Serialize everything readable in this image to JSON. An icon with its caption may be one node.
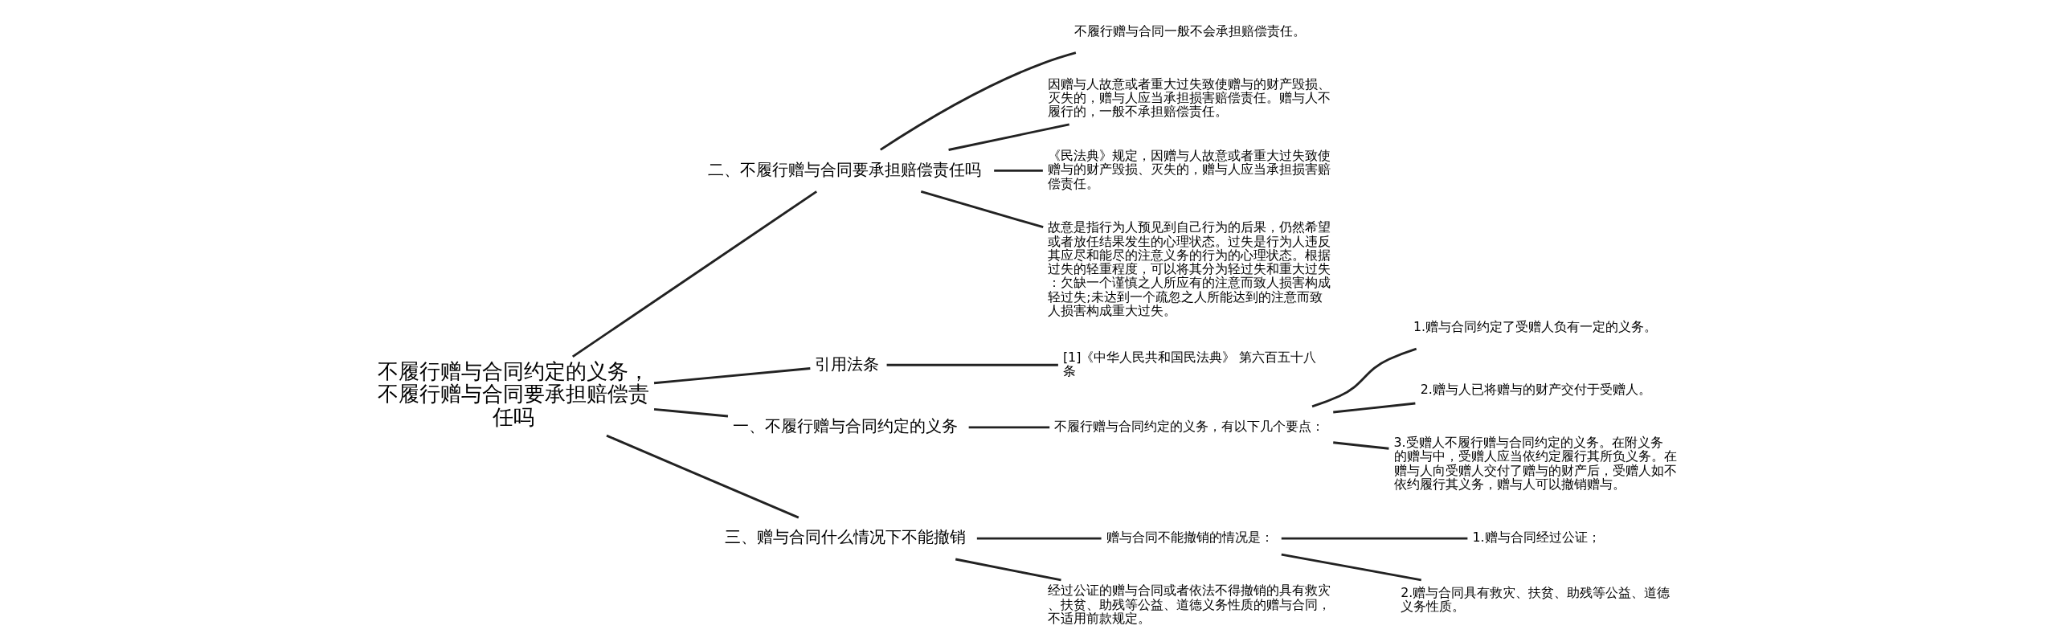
{
  "diagram": {
    "nodes": [
      {
        "text": [
          "不履行赠与合同约定的义务，不履行赠与合同要承担赔偿责任吗"
        ]
      },
      {
        "text": [
          "二、不履行赠与合同要承担赔偿责任吗"
        ]
      },
      {
        "text": [
          "不履行赠与合同一般不会承担赔偿责任。"
        ]
      },
      {
        "text": [
          "因赠与人故意或者重大过失致使赠与的财产毁损、灭失的，赠与人应当承担损害赔偿责任。赠与人不履行的，一般不承担赔偿责任。"
        ]
      },
      {
        "text": [
          "《民法典》规定，因赠与人故意或者重大过失致使赠与的财产毁损、灭失的，赠与人应当承担损害赔偿责任。"
        ]
      },
      {
        "text": [
          "故意是指行为人预见到自己行为的后果，仍然希望或者放任结果发生的心理状态。过失是行为人违反其应尽和能尽的注意义务的行为的心理状态。根据过失的轻重程度，可以将其分为轻过失和重大过失：欠缺一个谨慎之人所应有的注意而致人损害构成轻过失;未达到一个疏忽之人所能达到的注意而致人损害构成重大过失。"
        ]
      },
      {
        "text": [
          "引用法条"
        ]
      },
      {
        "text": [
          "[1]《中华人民共和国民法典》 第六百五十八条"
        ]
      },
      {
        "text": [
          "一、不履行赠与合同约定的义务"
        ]
      },
      {
        "text": [
          "不履行赠与合同约定的义务，有以下几个要点："
        ]
      },
      {
        "text": [
          "1.赠与合同约定了受赠人负有一定的义务。"
        ]
      },
      {
        "text": [
          "2.赠与人已将赠与的财产交付于受赠人。"
        ]
      },
      {
        "text": [
          "3.受赠人不履行赠与合同约定的义务。在附义务的赠与中，受赠人应当依约定履行其所负义务。在赠与人向受赠人交付了赠与的财产后，受赠人如不依约履行其义务，赠与人可以撤销赠与。"
        ]
      },
      {
        "text": [
          "三、赠与合同什么情况下不能撤销"
        ]
      },
      {
        "text": [
          "赠与合同不能撤销的情况是："
        ]
      },
      {
        "text": [
          "1.赠与合同经过公证；"
        ]
      },
      {
        "text": [
          "2.赠与合同具有救灾、扶贫、助残等公益、道德义务性质。"
        ]
      },
      {
        "text": [
          "经过公证的赠与合同或者依法不得撤销的具有救灾、扶贫、助残等公益、道德义务性质的赠与合同，不适用前款规定。"
        ]
      }
    ],
    "edges": [
      {
        "from": 0,
        "to": 1,
        "arrow": "none"
      },
      {
        "from": 1,
        "to": 2,
        "arrow": "none"
      },
      {
        "from": 1,
        "to": 3,
        "arrow": "none"
      },
      {
        "from": 1,
        "to": 4,
        "arrow": "none"
      },
      {
        "from": 1,
        "to": 5,
        "arrow": "none"
      },
      {
        "from": 0,
        "to": 6,
        "arrow": "none"
      },
      {
        "from": 6,
        "to": 7,
        "arrow": "none"
      },
      {
        "from": 0,
        "to": 8,
        "arrow": "none"
      },
      {
        "from": 8,
        "to": 9,
        "arrow": "none"
      },
      {
        "from": 9,
        "to": 10,
        "arrow": "none"
      },
      {
        "from": 9,
        "to": 11,
        "arrow": "none"
      },
      {
        "from": 9,
        "to": 12,
        "arrow": "none"
      },
      {
        "from": 0,
        "to": 13,
        "arrow": "none"
      },
      {
        "from": 13,
        "to": 14,
        "arrow": "none"
      },
      {
        "from": 14,
        "to": 15,
        "arrow": "none"
      },
      {
        "from": 14,
        "to": 16,
        "arrow": "none"
      },
      {
        "from": 13,
        "to": 17,
        "arrow": "none"
      }
    ]
  }
}
